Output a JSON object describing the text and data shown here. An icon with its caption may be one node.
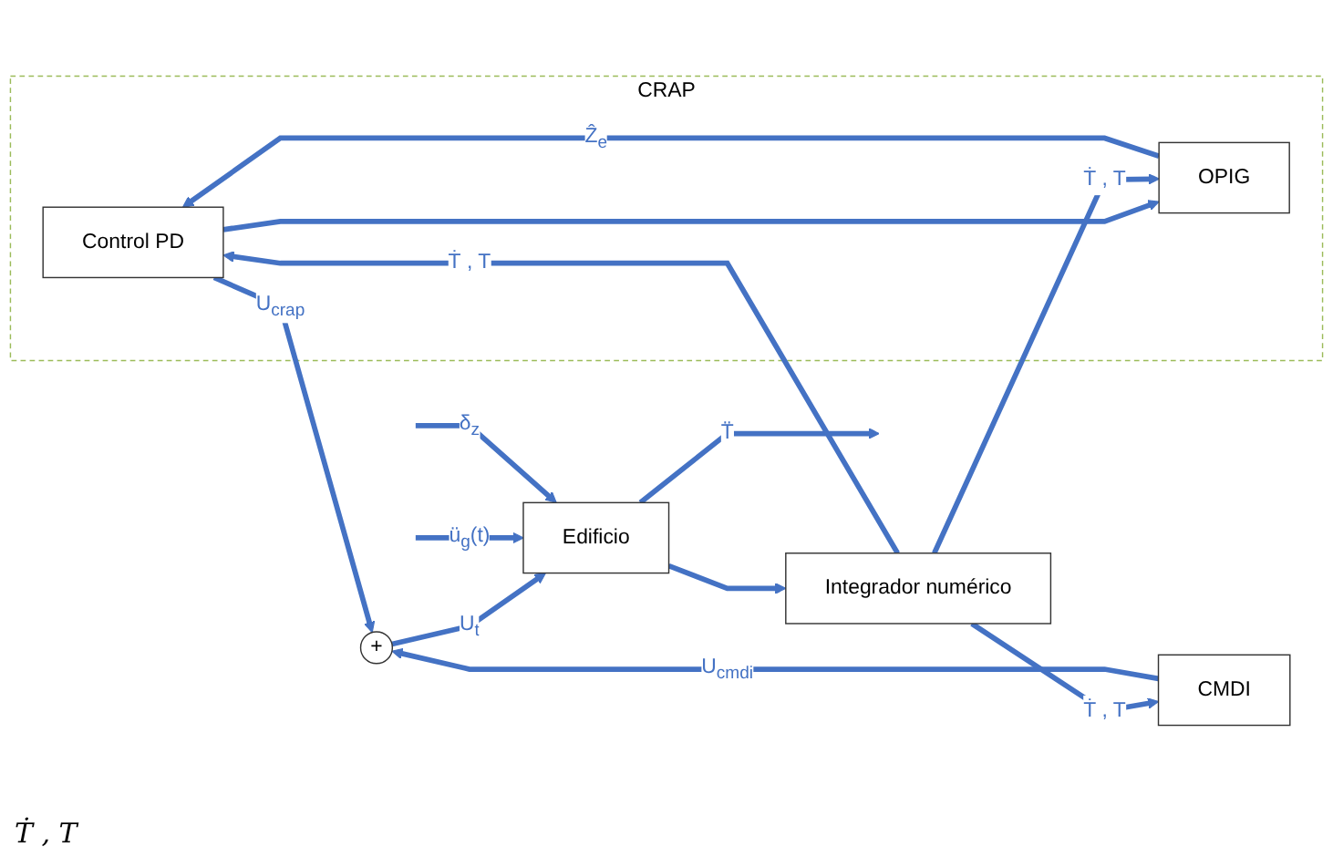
{
  "diagram": {
    "nodes": [
      {
        "text": [
          "CRAP"
        ]
      },
      {
        "text": [
          "Control PD"
        ],
        "in": 0
      },
      {
        "text": [
          "OPIG"
        ],
        "in": 0
      },
      {
        "text": [
          "+"
        ]
      },
      {
        "text": [
          "Edificio"
        ]
      },
      {
        "text": [
          "Integrador numérico"
        ]
      },
      {
        "text": [
          "CMDI"
        ]
      }
    ],
    "edges": [
      {
        "from": 1,
        "to": 3,
        "arrow": "to",
        "label": "U$_{crap}$"
      },
      {
        "from": 1,
        "to": 2,
        "arrow": "to"
      },
      {
        "from": 2,
        "to": 1,
        "arrow": "to",
        "label": "Ẑ$_{e}$"
      },
      {
        "from": 3,
        "to": 4,
        "arrow": "to",
        "label": "U$_{t}$"
      },
      {
        "from": 6,
        "to": 3,
        "arrow": "to",
        "label": "U$_{cmdi}$"
      },
      {
        "from": null,
        "to": 4,
        "arrow": "to",
        "label": "ü$_{g}$(t)"
      },
      {
        "from": null,
        "to": 4,
        "arrow": "to",
        "label": "δ$_{z}$"
      },
      {
        "from": 4,
        "to": null,
        "arrow": "to",
        "label": "T̈"
      },
      {
        "from": 4,
        "to": 5,
        "arrow": "to"
      },
      {
        "from": 5,
        "to": 2,
        "arrow": "to",
        "label": "Ṫ , T"
      },
      {
        "from": 5,
        "to": 1,
        "arrow": "to",
        "label": "Ṫ , T"
      },
      {
        "from": 5,
        "to": 6,
        "arrow": "to",
        "label": "Ṫ , T"
      }
    ],
    "labels": [
      "Ṫ , T"
    ]
  }
}
